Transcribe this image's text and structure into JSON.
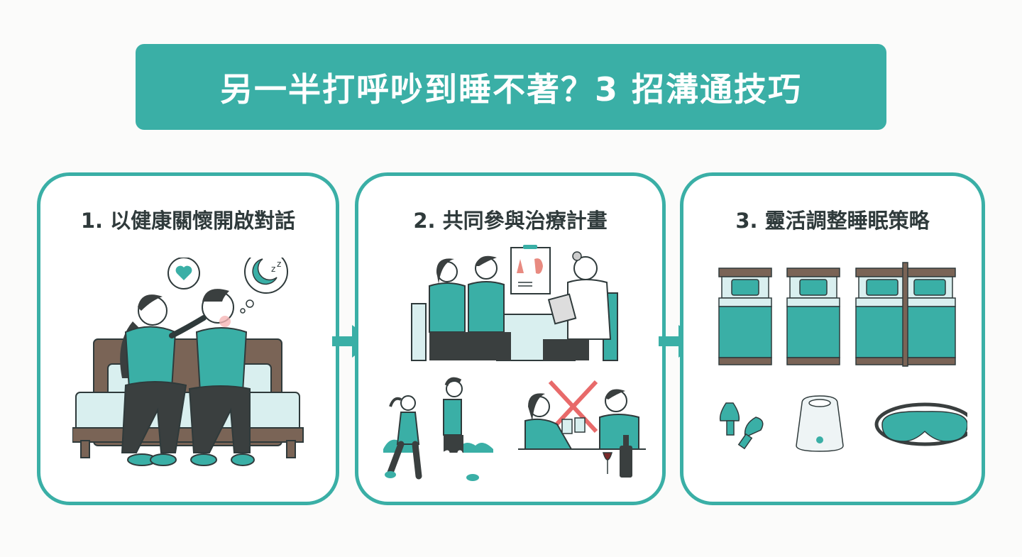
{
  "title": "另一半打呼吵到睡不著？3 招溝通技巧",
  "colors": {
    "accent": "#3aafa6",
    "text": "#2f3a3b",
    "bed_wood": "#7a6456",
    "alert_red": "#e86a6a"
  },
  "panels": [
    {
      "label": "1. 以健康關懷開啟對話",
      "illustration": "couple-on-bed-with-heart-and-sleep-thought-bubbles"
    },
    {
      "label": "2. 共同參與治療計畫",
      "illustration": "couple-consulting-ent-doctor-jogging-and-no-alcohol"
    },
    {
      "label": "3. 靈活調整睡眠策略",
      "illustration": "separate-beds-earplugs-white-noise-machine-eye-mask"
    }
  ],
  "connectors": [
    "arrow-right",
    "arrow-right"
  ]
}
